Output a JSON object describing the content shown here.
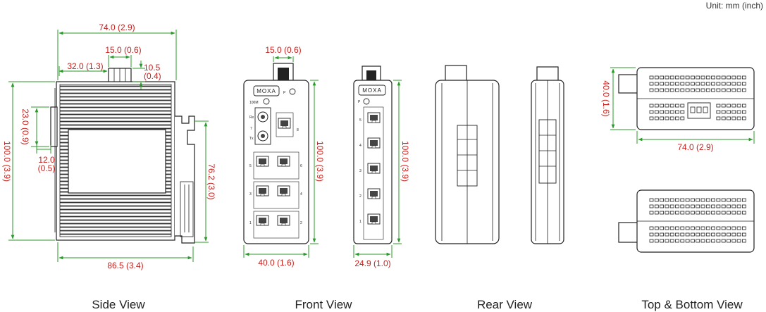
{
  "unit_label": "Unit: mm (inch)",
  "captions": {
    "side": "Side View",
    "front": "Front View",
    "rear": "Rear View",
    "top_bottom": "Top & Bottom View"
  },
  "dims": {
    "side_width": "74.0 (2.9)",
    "side_connector_width": "15.0 (0.6)",
    "side_connector_offset": "32.0 (1.3)",
    "side_connector_depth_a": "10.5",
    "side_connector_depth_b": "(0.4)",
    "side_height": "100.0 (3.9)",
    "side_block_height": "23.0 (0.9)",
    "side_block_offset_a": "12.0",
    "side_block_offset_b": "(0.5)",
    "side_din_height": "76.2 (3.0)",
    "side_total_width": "86.5 (3.4)",
    "front_connector_width": "15.0 (0.6)",
    "front_height": "100.0 (3.9)",
    "front_width": "40.0 (1.6)",
    "front2_height": "100.0 (3.9)",
    "front2_width": "24.9 (1.0)",
    "top_height": "40.0 (1.6)",
    "top_width": "74.0 (2.9)"
  },
  "panel": {
    "brand": "MOXA",
    "power": "P",
    "link_speed": "100M",
    "rx": "Rx",
    "tx": "Tx",
    "port_fiber": "7",
    "port_8": "8",
    "port_5": "5",
    "port_6": "6",
    "port_3": "3",
    "port_4": "4",
    "port_1": "1",
    "port_2": "2",
    "p2_ports": [
      "5",
      "4",
      "3",
      "2",
      "1"
    ]
  }
}
